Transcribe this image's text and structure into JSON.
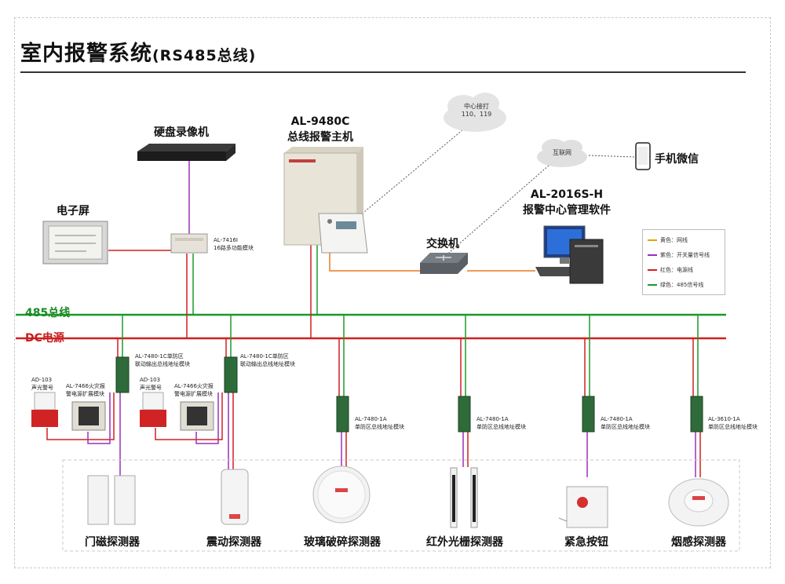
{
  "title": {
    "main": "室内报警系统",
    "sub": "(RS485总线)"
  },
  "devices": {
    "dvr": "硬盘录像机",
    "screen": "电子屏",
    "panel_model": "AL-9480C",
    "panel_name": "总线报警主机",
    "module_7416i_model": "AL-7416I",
    "module_7416i_desc": "16路多功能模块",
    "cloud_center_line1": "中心接打",
    "cloud_center_line2": "110、119",
    "cloud_internet": "互联网",
    "mobile": "手机微信",
    "software_model": "AL-2016S-H",
    "software_name": "报警中心管理软件",
    "switch": "交换机"
  },
  "buses": {
    "rs485": "485总线",
    "dc": "DC电源"
  },
  "legend": [
    {
      "label": "黄色：网线",
      "color": "#e0a800"
    },
    {
      "label": "紫色：开关量信号线",
      "color": "#9b30b8"
    },
    {
      "label": "红色：电源线",
      "color": "#d02020"
    },
    {
      "label": "绿色：485信号线",
      "color": "#1a9a2a"
    }
  ],
  "modules": [
    {
      "model": "AL-7480-1C单防区",
      "desc": "联动输出总线地址模块"
    },
    {
      "model": "AL-7480-1C单防区",
      "desc": "联动输出总线地址模块"
    },
    {
      "model": "AL-7480-1A",
      "desc": "单防区总线地址模块"
    },
    {
      "model": "AL-7480-1A",
      "desc": "单防区总线地址模块"
    },
    {
      "model": "AL-7480-1A",
      "desc": "单防区总线地址模块"
    },
    {
      "model": "AL-3610-1A",
      "desc": "单防区总线地址模块"
    }
  ],
  "sirens": [
    {
      "model": "AD-103",
      "desc": "声光警号"
    },
    {
      "model": "AD-103",
      "desc": "声光警号"
    }
  ],
  "relays": [
    {
      "model": "AL-7466火灾报",
      "desc": "警电源扩展模块"
    },
    {
      "model": "AL-7466火灾报",
      "desc": "警电源扩展模块"
    }
  ],
  "detectors": [
    "门磁探测器",
    "震动探测器",
    "玻璃破碎探测器",
    "红外光栅探测器",
    "紧急按钮",
    "烟感探测器"
  ],
  "colors": {
    "rs485": "#1a9a2a",
    "dc": "#d02020",
    "signal": "#9b30b8",
    "network": "#e0a800"
  }
}
